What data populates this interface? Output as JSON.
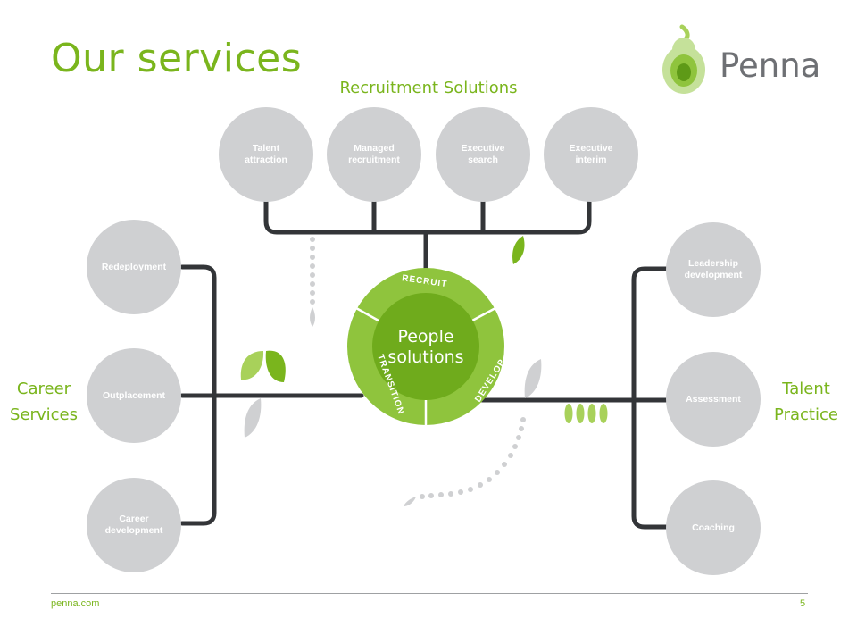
{
  "slide": {
    "title": "Our services",
    "footer_url": "penna.com",
    "page_number": "5"
  },
  "logo": {
    "text": "Penna"
  },
  "groups": {
    "recruitment": "Recruitment Solutions",
    "career": "Career\nServices",
    "talent": "Talent\nPractice"
  },
  "hub": {
    "line1": "People",
    "line2": "solutions",
    "ring_labels": [
      "RECRUIT",
      "DEVELOP",
      "TRANSITION"
    ]
  },
  "services": {
    "talent_attraction": "Talent\nattraction",
    "managed_recruitment": "Managed\nrecruitment",
    "executive_search": "Executive\nsearch",
    "executive_interim": "Executive\ninterim",
    "redeployment": "Redeployment",
    "outplacement": "Outplacement",
    "career_development": "Career\ndevelopment",
    "leadership_development": "Leadership\ndevelopment",
    "assessment": "Assessment",
    "coaching": "Coaching"
  },
  "colors": {
    "brand_green": "#7ab51d",
    "light_green": "#a8d15a",
    "node_grey": "#cfd0d2",
    "connector": "#333538"
  }
}
